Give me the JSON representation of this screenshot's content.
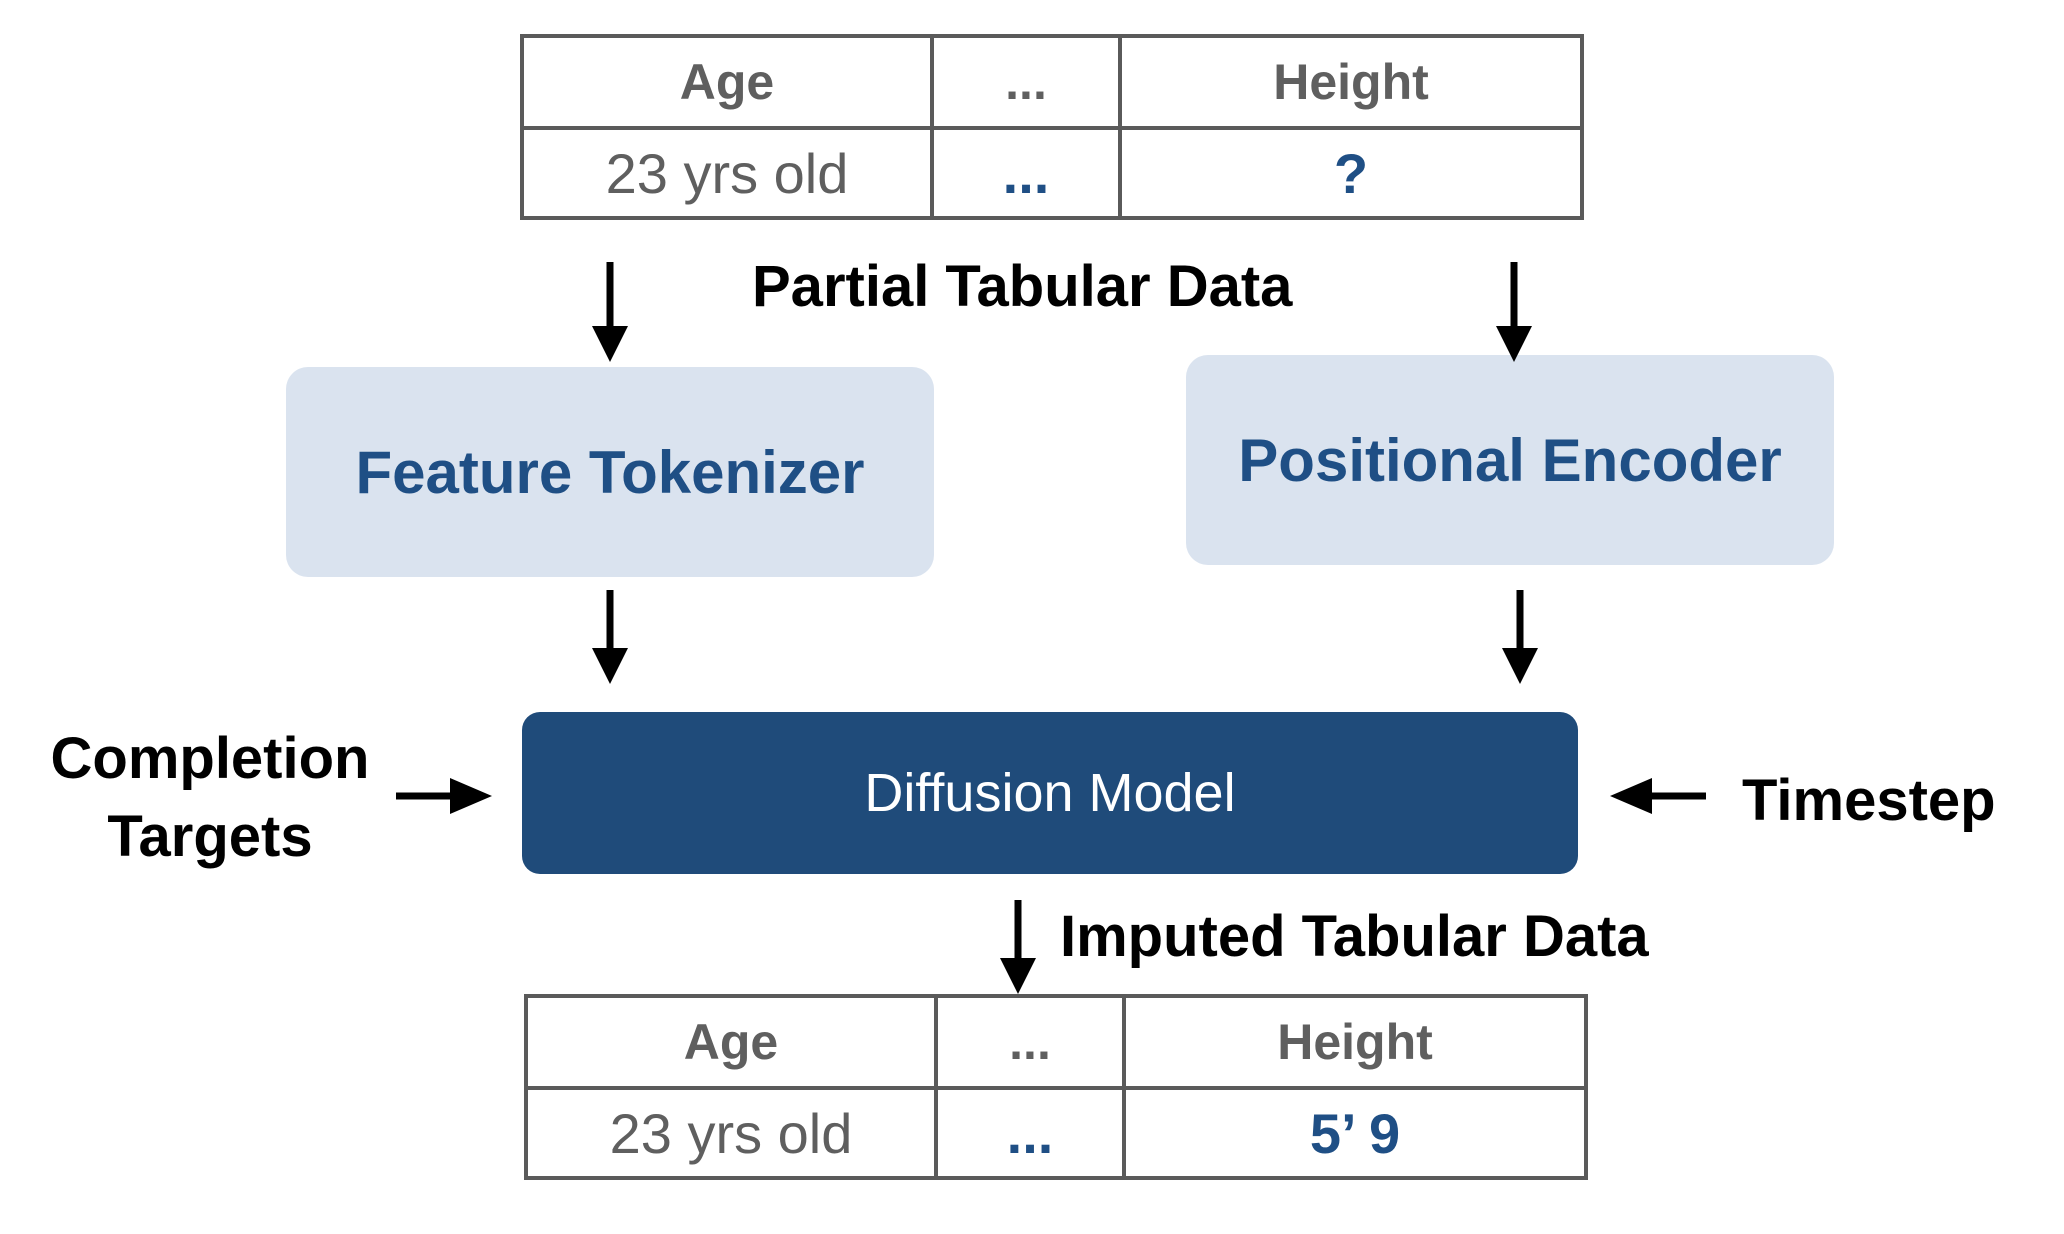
{
  "input_table": {
    "headers": [
      "Age",
      "...",
      "Height"
    ],
    "values": [
      "23 yrs old",
      "...",
      "?"
    ]
  },
  "output_table": {
    "headers": [
      "Age",
      "...",
      "Height"
    ],
    "values": [
      "23 yrs old",
      "...",
      "5’ 9"
    ]
  },
  "labels": {
    "partial": "Partial Tabular Data",
    "imputed": "Imputed Tabular Data",
    "completion_line1": "Completion",
    "completion_line2": "Targets",
    "timestep": "Timestep"
  },
  "boxes": {
    "feature_tokenizer": "Feature Tokenizer",
    "positional_encoder": "Positional Encoder",
    "diffusion_model": "Diffusion Model"
  },
  "colors": {
    "light_box": "#dae3ef",
    "dark_box": "#1f4b7a",
    "accent_text": "#1f4f85",
    "table_border": "#5a5a5a"
  }
}
